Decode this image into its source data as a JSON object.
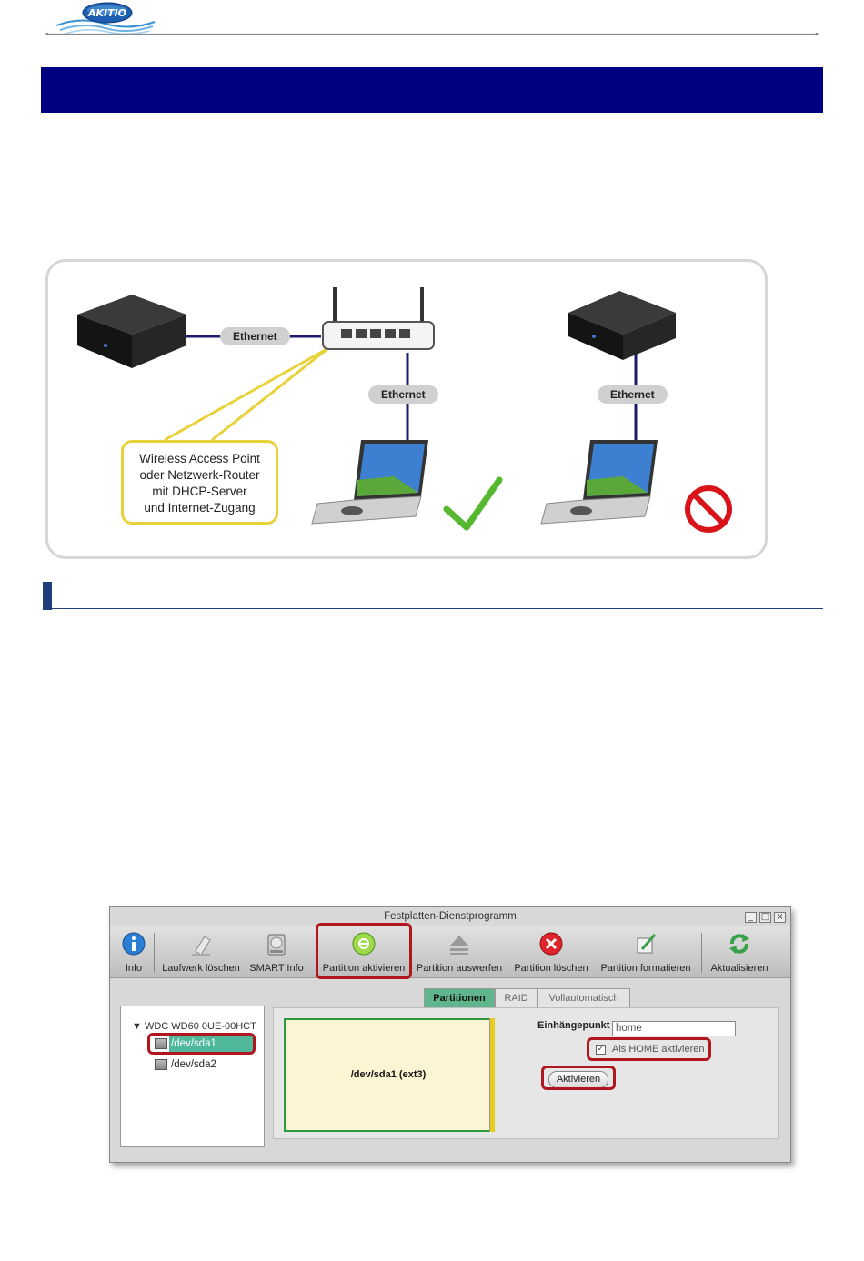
{
  "logo": {
    "text": "AKITIO"
  },
  "diagram": {
    "ethernet_labels": [
      "Ethernet",
      "Ethernet",
      "Ethernet"
    ],
    "callout_lines": [
      "Wireless Access Point",
      "oder Netzwerk-Router",
      "mit DHCP-Server",
      "und Internet-Zugang"
    ],
    "colors": {
      "link": "#1d1b6e",
      "callout_border": "#e8d23a",
      "check": "#55b82e",
      "forbidden": "#d8141a"
    }
  },
  "window": {
    "title": "Festplatten-Dienstprogramm",
    "controls": [
      "_",
      "□",
      "×"
    ],
    "toolbar": [
      {
        "label": "Info",
        "icon": "info-icon"
      },
      {
        "label": "Laufwerk löschen",
        "icon": "eraser-icon"
      },
      {
        "label": "SMART Info",
        "icon": "disk-info-icon"
      },
      {
        "label": "Partition aktivieren",
        "icon": "activate-partition-icon"
      },
      {
        "label": "Partition auswerfen",
        "icon": "eject-icon"
      },
      {
        "label": "Partition löschen",
        "icon": "delete-icon"
      },
      {
        "label": "Partition formatieren",
        "icon": "format-icon"
      },
      {
        "label": "Aktualisieren",
        "icon": "refresh-icon"
      }
    ],
    "tabs": [
      {
        "label": "Partitionen",
        "active": true
      },
      {
        "label": "RAID",
        "active": false
      },
      {
        "label": "Vollautomatisch",
        "active": false
      }
    ],
    "tree": {
      "root": "WDC WD60 0UE-00HCT",
      "items": [
        {
          "label": "/dev/sda1",
          "selected": true
        },
        {
          "label": "/dev/sda2",
          "selected": false
        }
      ]
    },
    "partition_map": {
      "label": "/dev/sda1 (ext3)"
    },
    "mount_point": {
      "label": "Einhängepunkt",
      "value": "home"
    },
    "home_checkbox": {
      "label": "Als HOME aktivieren",
      "checked": true,
      "mark": "✓"
    },
    "activate_button": {
      "label": "Aktivieren"
    },
    "colors": {
      "highlight": "#b0161e",
      "tab_active": "#5fb58c",
      "selection": "#4fb79a"
    }
  }
}
